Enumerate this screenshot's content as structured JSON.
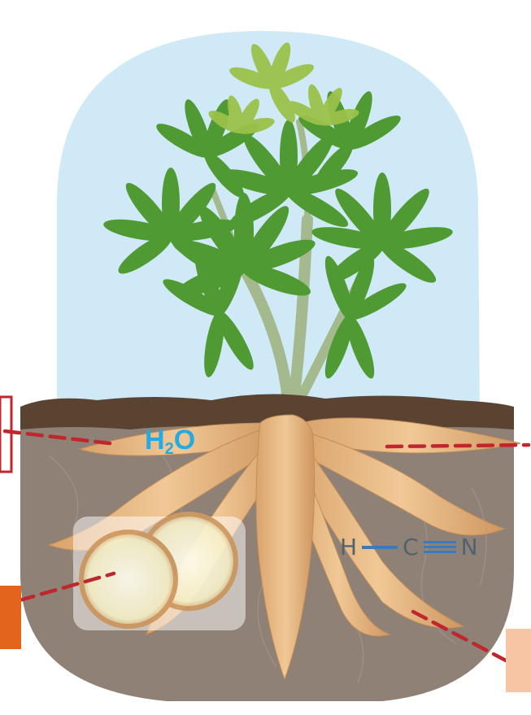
{
  "molecules": {
    "water": {
      "base": "H",
      "subscript": "2",
      "tail": "O"
    },
    "hydrogen_cyanide": {
      "atoms": [
        "H",
        "C",
        "N"
      ],
      "bonds": [
        "single",
        "triple"
      ]
    }
  },
  "colors": {
    "sky": "#cfe9f6",
    "soil_surface": "#5b4332",
    "underground": "#8f8176",
    "root": "#e8b986",
    "leaf": "#4f9a32",
    "water_label": "#27a9e1",
    "callout_line": "#c0272d",
    "callout_box_orange": "#e3641c",
    "callout_box_peach": "#f7c4a4"
  }
}
